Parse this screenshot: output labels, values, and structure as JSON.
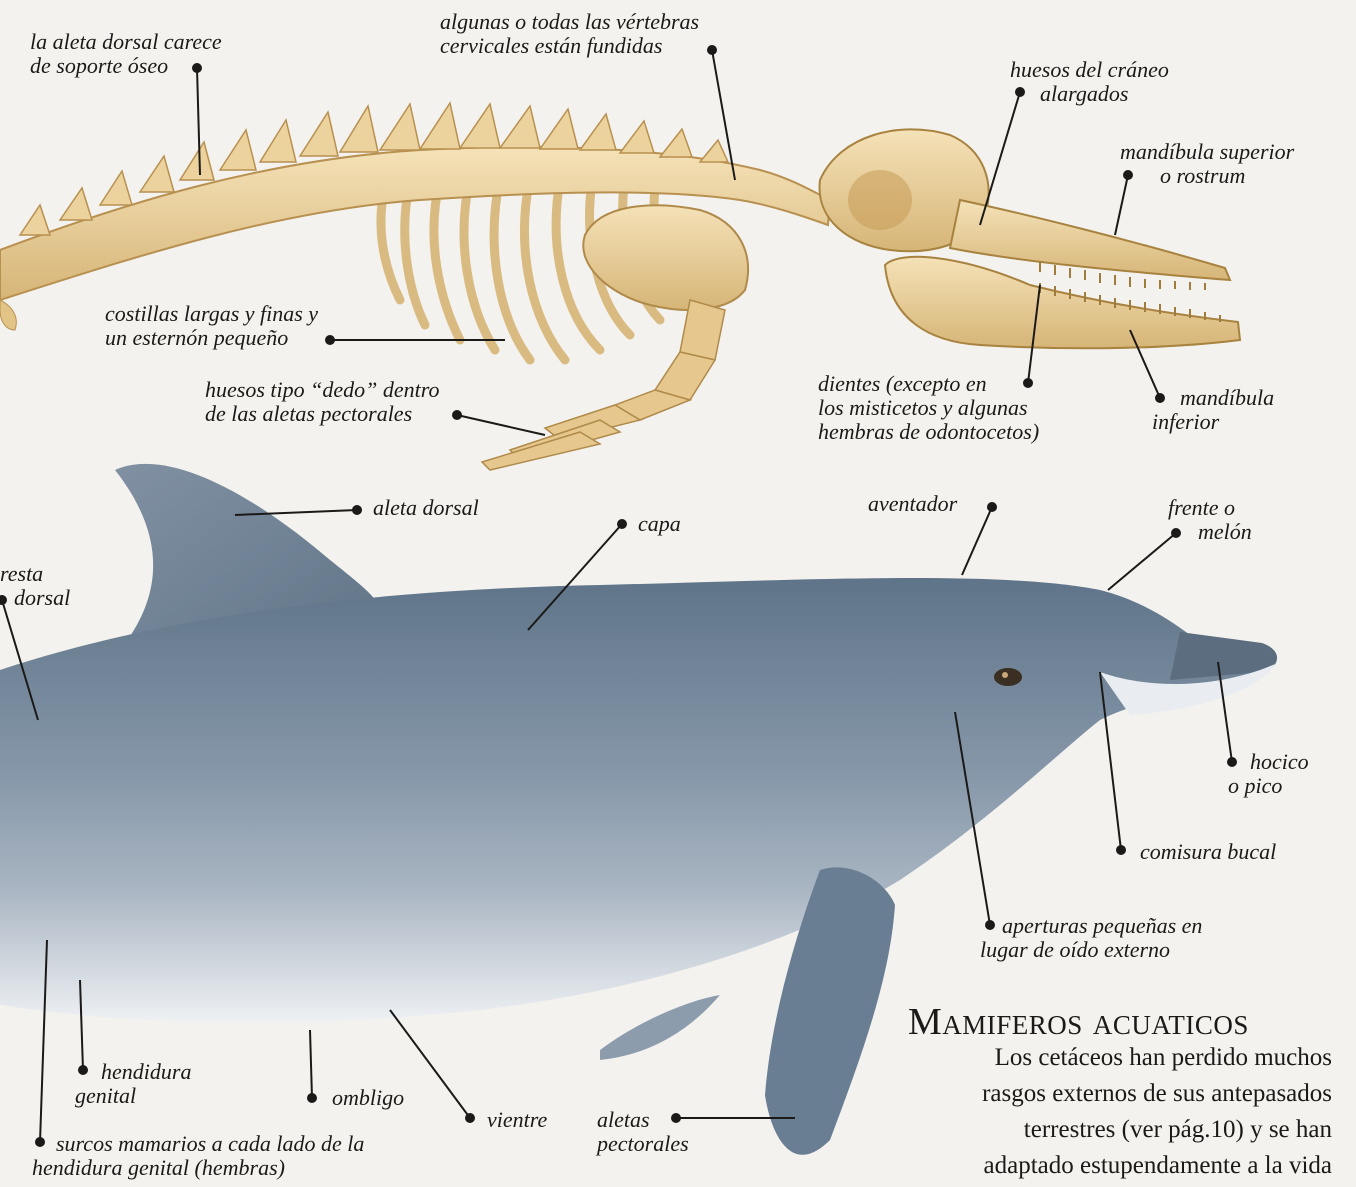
{
  "labels": {
    "dorsal_support": [
      "la aleta dorsal carece",
      "de soporte óseo"
    ],
    "cervical": [
      "algunas o todas las vértebras",
      "cervicales están fundidas"
    ],
    "skull": [
      "huesos del cráneo",
      "alargados"
    ],
    "upper_jaw": [
      "mandíbula superior",
      "o rostrum"
    ],
    "ribs": [
      "costillas largas y finas y",
      "un esternón pequeño"
    ],
    "finger_bones": [
      "huesos tipo “dedo” dentro",
      "de las aletas pectorales"
    ],
    "teeth": [
      "dientes (excepto en",
      "los misticetos y algunas",
      "hembras de odontocetos)"
    ],
    "lower_jaw": [
      "mandíbula",
      "inferior"
    ],
    "dorsal_fin": [
      "aleta dorsal"
    ],
    "blubber": [
      "capa"
    ],
    "blowhole": [
      "aventador"
    ],
    "melon": [
      "frente o",
      "melón"
    ],
    "ridge": [
      "resta",
      "dorsal"
    ],
    "beak": [
      "hocico",
      "o pico"
    ],
    "mouth_corner": [
      "comisura bucal"
    ],
    "ear_openings": [
      "aperturas pequeñas en",
      "lugar de oído externo"
    ],
    "genital": [
      "hendidura",
      "genital"
    ],
    "navel": [
      "ombligo"
    ],
    "belly": [
      "vientre"
    ],
    "pectoral": [
      "aletas",
      "pectorales"
    ],
    "mammary": [
      "surcos mamarios a cada lado de la",
      "hendidura genital (hembras)"
    ]
  },
  "text_block": {
    "heading": "Mamiferos acuaticos",
    "lines": [
      "Los cetáceos han perdido muchos",
      "rasgos externos de sus antepasados",
      "terrestres (ver pág.10) y se han",
      "adaptado estupendamente a la vida"
    ]
  },
  "colors": {
    "background": "#f3f2ee",
    "bone": "#ecd29c",
    "bone_shade": "#c9a25e",
    "dolphin_back": "#6f8296",
    "dolphin_mid": "#8b9bad",
    "dolphin_belly": "#eef1f4",
    "ink": "#1b1a18"
  }
}
